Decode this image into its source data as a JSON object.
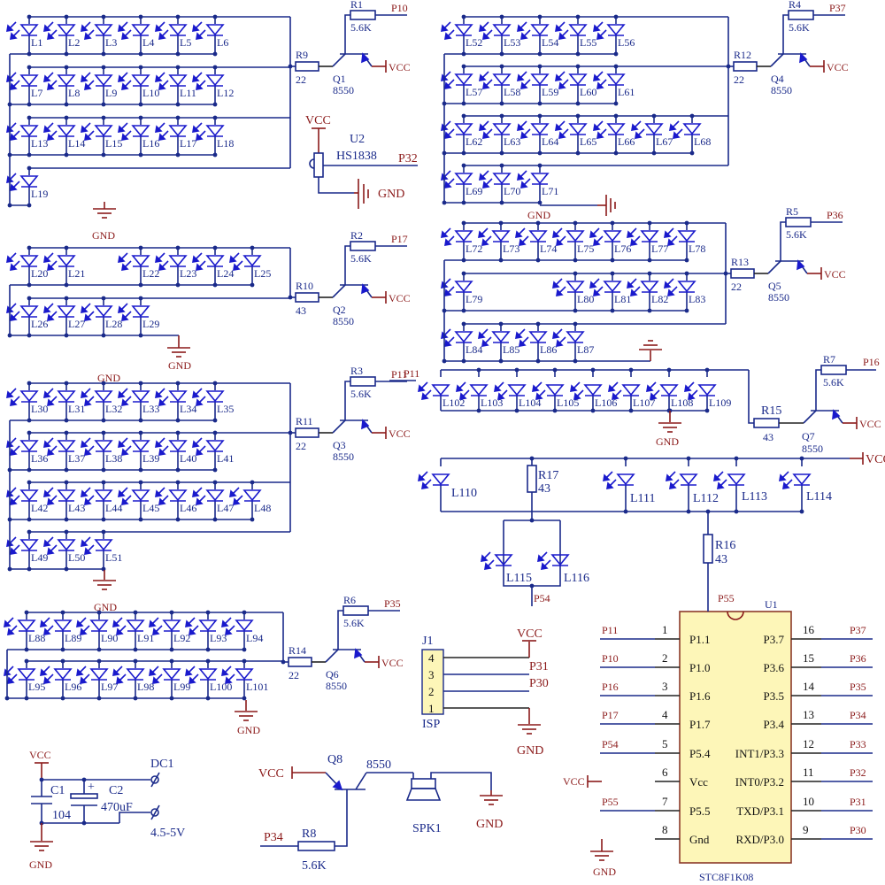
{
  "colors": {
    "wire": "#1a2a8a",
    "led": "#1a1acc",
    "power": "#8b1a1a",
    "chip_fill": "#fdf6b8"
  },
  "led_groups": [
    {
      "id": "group1",
      "rows": [
        [
          "L1",
          "L2",
          "L3",
          "L4",
          "L5",
          "L6"
        ],
        [
          "L7",
          "L8",
          "L9",
          "L10",
          "L11",
          "L12"
        ],
        [
          "L13",
          "L14",
          "L15",
          "L16",
          "L17",
          "L18"
        ],
        [
          "L19"
        ]
      ],
      "base_resistor": {
        "ref": "R9",
        "value": "22"
      },
      "pull_resistor": {
        "ref": "R1",
        "value": "5.6K"
      },
      "transistor": {
        "ref": "Q1",
        "part": "8550"
      },
      "port": "P10",
      "ground": "GND"
    },
    {
      "id": "group2",
      "rows": [
        [
          "L20",
          "L21",
          "",
          "L22",
          "L23",
          "L24",
          "L25"
        ],
        [
          "L26",
          "L27",
          "L28",
          "L29"
        ]
      ],
      "base_resistor": {
        "ref": "R10",
        "value": "43"
      },
      "pull_resistor": {
        "ref": "R2",
        "value": "5.6K"
      },
      "transistor": {
        "ref": "Q2",
        "part": "8550"
      },
      "port": "P17",
      "ground": "GND"
    },
    {
      "id": "group3",
      "rows": [
        [
          "L30",
          "L31",
          "L32",
          "L33",
          "L34",
          "L35"
        ],
        [
          "L36",
          "L37",
          "L38",
          "L39",
          "L40",
          "L41"
        ],
        [
          "L42",
          "L43",
          "L44",
          "L45",
          "L46",
          "L47",
          "L48"
        ],
        [
          "L49",
          "L50",
          "L51"
        ]
      ],
      "base_resistor": {
        "ref": "R11",
        "value": "22"
      },
      "pull_resistor": {
        "ref": "R3",
        "value": "5.6K"
      },
      "transistor": {
        "ref": "Q3",
        "part": "8550"
      },
      "port": "P11",
      "ground": "GND"
    },
    {
      "id": "group4",
      "rows": [
        [
          "L52",
          "L53",
          "L54",
          "L55",
          "L56"
        ],
        [
          "L57",
          "L58",
          "L59",
          "L60",
          "L61"
        ],
        [
          "L62",
          "L63",
          "L64",
          "L65",
          "L66",
          "L67",
          "L68"
        ],
        [
          "L69",
          "L70",
          "L71"
        ]
      ],
      "base_resistor": {
        "ref": "R12",
        "value": "22"
      },
      "pull_resistor": {
        "ref": "R4",
        "value": "5.6K"
      },
      "transistor": {
        "ref": "Q4",
        "part": "8550"
      },
      "port": "P37",
      "ground": "GND"
    },
    {
      "id": "group5",
      "rows": [
        [
          "L72",
          "L73",
          "L74",
          "L75",
          "L76",
          "L77",
          "L78"
        ],
        [
          "L79",
          "",
          "",
          "L80",
          "L81",
          "L82",
          "L83"
        ],
        [
          "L84",
          "L85",
          "L86",
          "L87"
        ]
      ],
      "base_resistor": {
        "ref": "R13",
        "value": "22"
      },
      "pull_resistor": {
        "ref": "R5",
        "value": "5.6K"
      },
      "transistor": {
        "ref": "Q5",
        "part": "8550"
      },
      "port": "P36",
      "ground": "GND"
    },
    {
      "id": "group6",
      "rows": [
        [
          "L88",
          "L89",
          "L90",
          "L91",
          "L92",
          "L93",
          "L94"
        ],
        [
          "L95",
          "L96",
          "L97",
          "L98",
          "L99",
          "L100",
          "L101"
        ]
      ],
      "base_resistor": {
        "ref": "R14",
        "value": "22"
      },
      "pull_resistor": {
        "ref": "R6",
        "value": "5.6K"
      },
      "transistor": {
        "ref": "Q6",
        "part": "8550"
      },
      "port": "P35",
      "ground": "GND"
    },
    {
      "id": "group7",
      "rows": [
        [
          "L102",
          "L103",
          "L104",
          "L105",
          "L106",
          "L107",
          "L108",
          "L109"
        ]
      ],
      "base_resistor": {
        "ref": "R15",
        "value": "43"
      },
      "pull_resistor": {
        "ref": "R7",
        "value": "5.6K"
      },
      "transistor": {
        "ref": "Q7",
        "part": "8550"
      },
      "port": "P16",
      "ground": "GND",
      "input_net": "P11"
    }
  ],
  "group8": {
    "leds_top": [
      "L110",
      "L111",
      "L112",
      "L113",
      "L114"
    ],
    "leds_bottom": [
      "L115",
      "L116"
    ],
    "r17": {
      "ref": "R17",
      "value": "43"
    },
    "r16": {
      "ref": "R16",
      "value": "43"
    },
    "supply": "VCC",
    "net_bottom_left": "P54",
    "net_bottom_right": "P55"
  },
  "ir_receiver": {
    "ref": "U2",
    "part": "HS1838",
    "supply": "VCC",
    "output": "P32",
    "ground": "GND"
  },
  "isp_header": {
    "ref": "J1",
    "label": "ISP",
    "pins": [
      "4",
      "3",
      "2",
      "1"
    ],
    "nets": {
      "pin4": "VCC",
      "pin3": "P31",
      "pin2": "P30",
      "pin1": "GND"
    }
  },
  "power": {
    "c1": {
      "ref": "C1",
      "value": "104"
    },
    "c2": {
      "ref": "C2",
      "value": "470uF",
      "polarity": "+"
    },
    "connector": {
      "ref": "DC1",
      "voltage": "4.5-5V"
    },
    "supply": "VCC",
    "ground": "GND"
  },
  "buzzer": {
    "transistor": {
      "ref": "Q8",
      "part": "8550"
    },
    "resistor": {
      "ref": "R8",
      "value": "5.6K"
    },
    "speaker": "SPK1",
    "input": "P34",
    "supply": "VCC",
    "ground": "GND"
  },
  "mcu": {
    "ref": "U1",
    "part": "STC8F1K08",
    "left_pins": [
      {
        "num": "1",
        "name": "P1.1",
        "net": "P11"
      },
      {
        "num": "2",
        "name": "P1.0",
        "net": "P10"
      },
      {
        "num": "3",
        "name": "P1.6",
        "net": "P16"
      },
      {
        "num": "4",
        "name": "P1.7",
        "net": "P17"
      },
      {
        "num": "5",
        "name": "P5.4",
        "net": "P54"
      },
      {
        "num": "6",
        "name": "Vcc",
        "net": "VCC"
      },
      {
        "num": "7",
        "name": "P5.5",
        "net": "P55"
      },
      {
        "num": "8",
        "name": "Gnd",
        "net": "GND"
      }
    ],
    "right_pins": [
      {
        "num": "16",
        "name": "P3.7",
        "net": "P37"
      },
      {
        "num": "15",
        "name": "P3.6",
        "net": "P36"
      },
      {
        "num": "14",
        "name": "P3.5",
        "net": "P35"
      },
      {
        "num": "13",
        "name": "P3.4",
        "net": "P34"
      },
      {
        "num": "12",
        "name": "INT1/P3.3",
        "net": "P33"
      },
      {
        "num": "11",
        "name": "INT0/P3.2",
        "net": "P32"
      },
      {
        "num": "10",
        "name": "TXD/P3.1",
        "net": "P31"
      },
      {
        "num": "9",
        "name": "RXD/P3.0",
        "net": "P30"
      }
    ]
  }
}
